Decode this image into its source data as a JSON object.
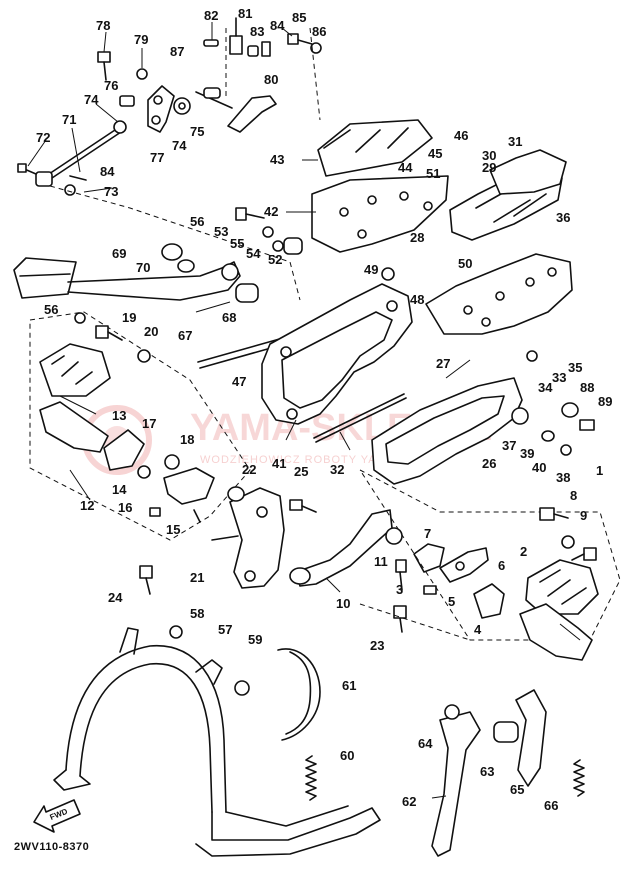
{
  "diagram": {
    "code": "2WV110-8370",
    "forward_label": "FWD",
    "watermark": {
      "brand": "YAMA-SKLEP.PL",
      "tagline": "WODZIEHOWICZ ROBOTY YAMAHA"
    },
    "callouts": [
      "1",
      "2",
      "3",
      "4",
      "5",
      "6",
      "7",
      "8",
      "9",
      "10",
      "11",
      "12",
      "13",
      "14",
      "15",
      "16",
      "17",
      "18",
      "19",
      "20",
      "21",
      "22",
      "23",
      "24",
      "25",
      "26",
      "27",
      "28",
      "29",
      "30",
      "31",
      "32",
      "33",
      "34",
      "35",
      "36",
      "37",
      "38",
      "39",
      "40",
      "41",
      "42",
      "43",
      "44",
      "45",
      "46",
      "47",
      "48",
      "49",
      "50",
      "51",
      "52",
      "53",
      "54",
      "55",
      "56",
      "57",
      "58",
      "59",
      "60",
      "61",
      "62",
      "63",
      "64",
      "65",
      "66",
      "67",
      "68",
      "69",
      "70",
      "71",
      "72",
      "73",
      "74",
      "75",
      "76",
      "77",
      "78",
      "79",
      "80",
      "81",
      "82",
      "83",
      "84",
      "85",
      "86",
      "87",
      "88",
      "89"
    ]
  }
}
